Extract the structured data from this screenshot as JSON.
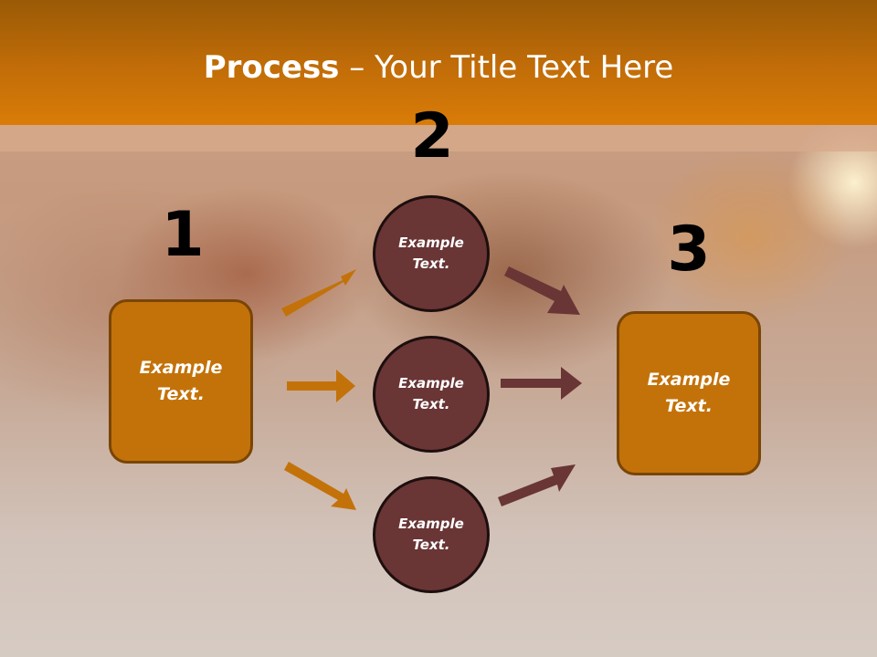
{
  "slide": {
    "title_bold": "Process",
    "title_rest": " – Your Title Text Here"
  },
  "steps": {
    "one": "1",
    "two": "2",
    "three": "3"
  },
  "left_box": {
    "text": "Example\nText."
  },
  "right_box": {
    "text": "Example\nText."
  },
  "circles": [
    {
      "text": "Example\nText."
    },
    {
      "text": "Example\nText."
    },
    {
      "text": "Example\nText."
    }
  ],
  "colors": {
    "title_band": "#c26d08",
    "box_fill": "#c3720a",
    "box_border": "#7a4505",
    "circle_fill": "#693535",
    "circle_border": "#1d0e0e",
    "left_arrows": "#c3720a",
    "right_arrows": "#693535"
  }
}
